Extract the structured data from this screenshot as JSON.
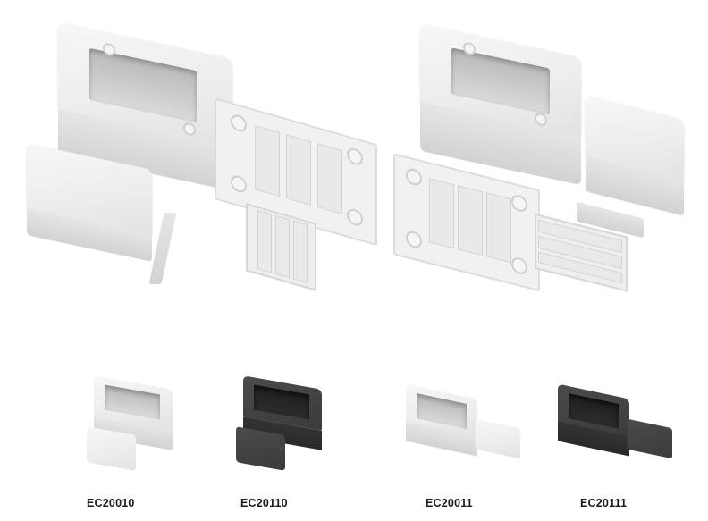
{
  "page": {
    "background": "#ffffff",
    "description": "Product photo sheet: surface-mount boxes with trunking adaptors"
  },
  "assemblies": [
    {
      "id": "exploded-left",
      "parts": [
        "box-frame",
        "end-cover",
        "clip-strip",
        "base-plate-t-branch"
      ]
    },
    {
      "id": "exploded-right",
      "parts": [
        "box-frame",
        "straight-cover",
        "clip-strip",
        "base-plate-straight"
      ]
    }
  ],
  "products": [
    {
      "code": "EC20010",
      "color": "white",
      "color_hex": "#f2f2f2",
      "variant": "t-branch"
    },
    {
      "code": "EC20110",
      "color": "black",
      "color_hex": "#3f4042",
      "variant": "t-branch"
    },
    {
      "code": "EC20011",
      "color": "white",
      "color_hex": "#f2f2f2",
      "variant": "straight"
    },
    {
      "code": "EC20111",
      "color": "black",
      "color_hex": "#3f4042",
      "variant": "straight"
    }
  ]
}
